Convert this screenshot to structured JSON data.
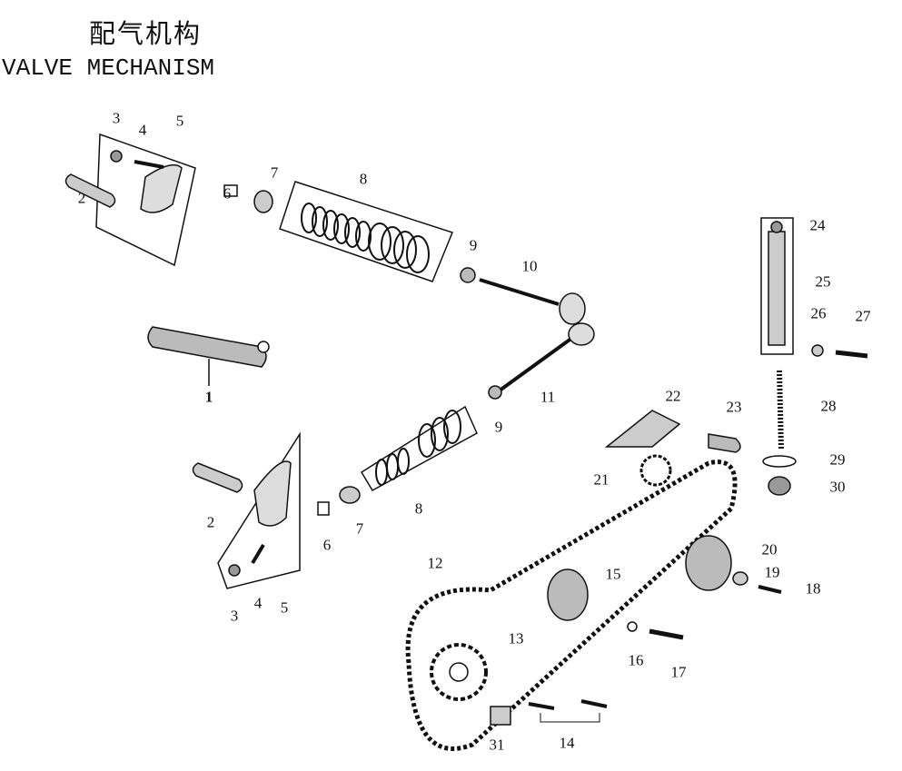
{
  "title": {
    "chinese": "配气机构",
    "english": "VALVE MECHANISM"
  },
  "callouts": [
    "3",
    "4",
    "5",
    "2",
    "6",
    "7",
    "8",
    "9",
    "10",
    "24",
    "25",
    "26",
    "27",
    "1",
    "11",
    "9",
    "22",
    "23",
    "28",
    "29",
    "21",
    "30",
    "8",
    "2",
    "6",
    "7",
    "20",
    "19",
    "15",
    "18",
    "12",
    "13",
    "3",
    "4",
    "5",
    "16",
    "17",
    "31",
    "14"
  ]
}
